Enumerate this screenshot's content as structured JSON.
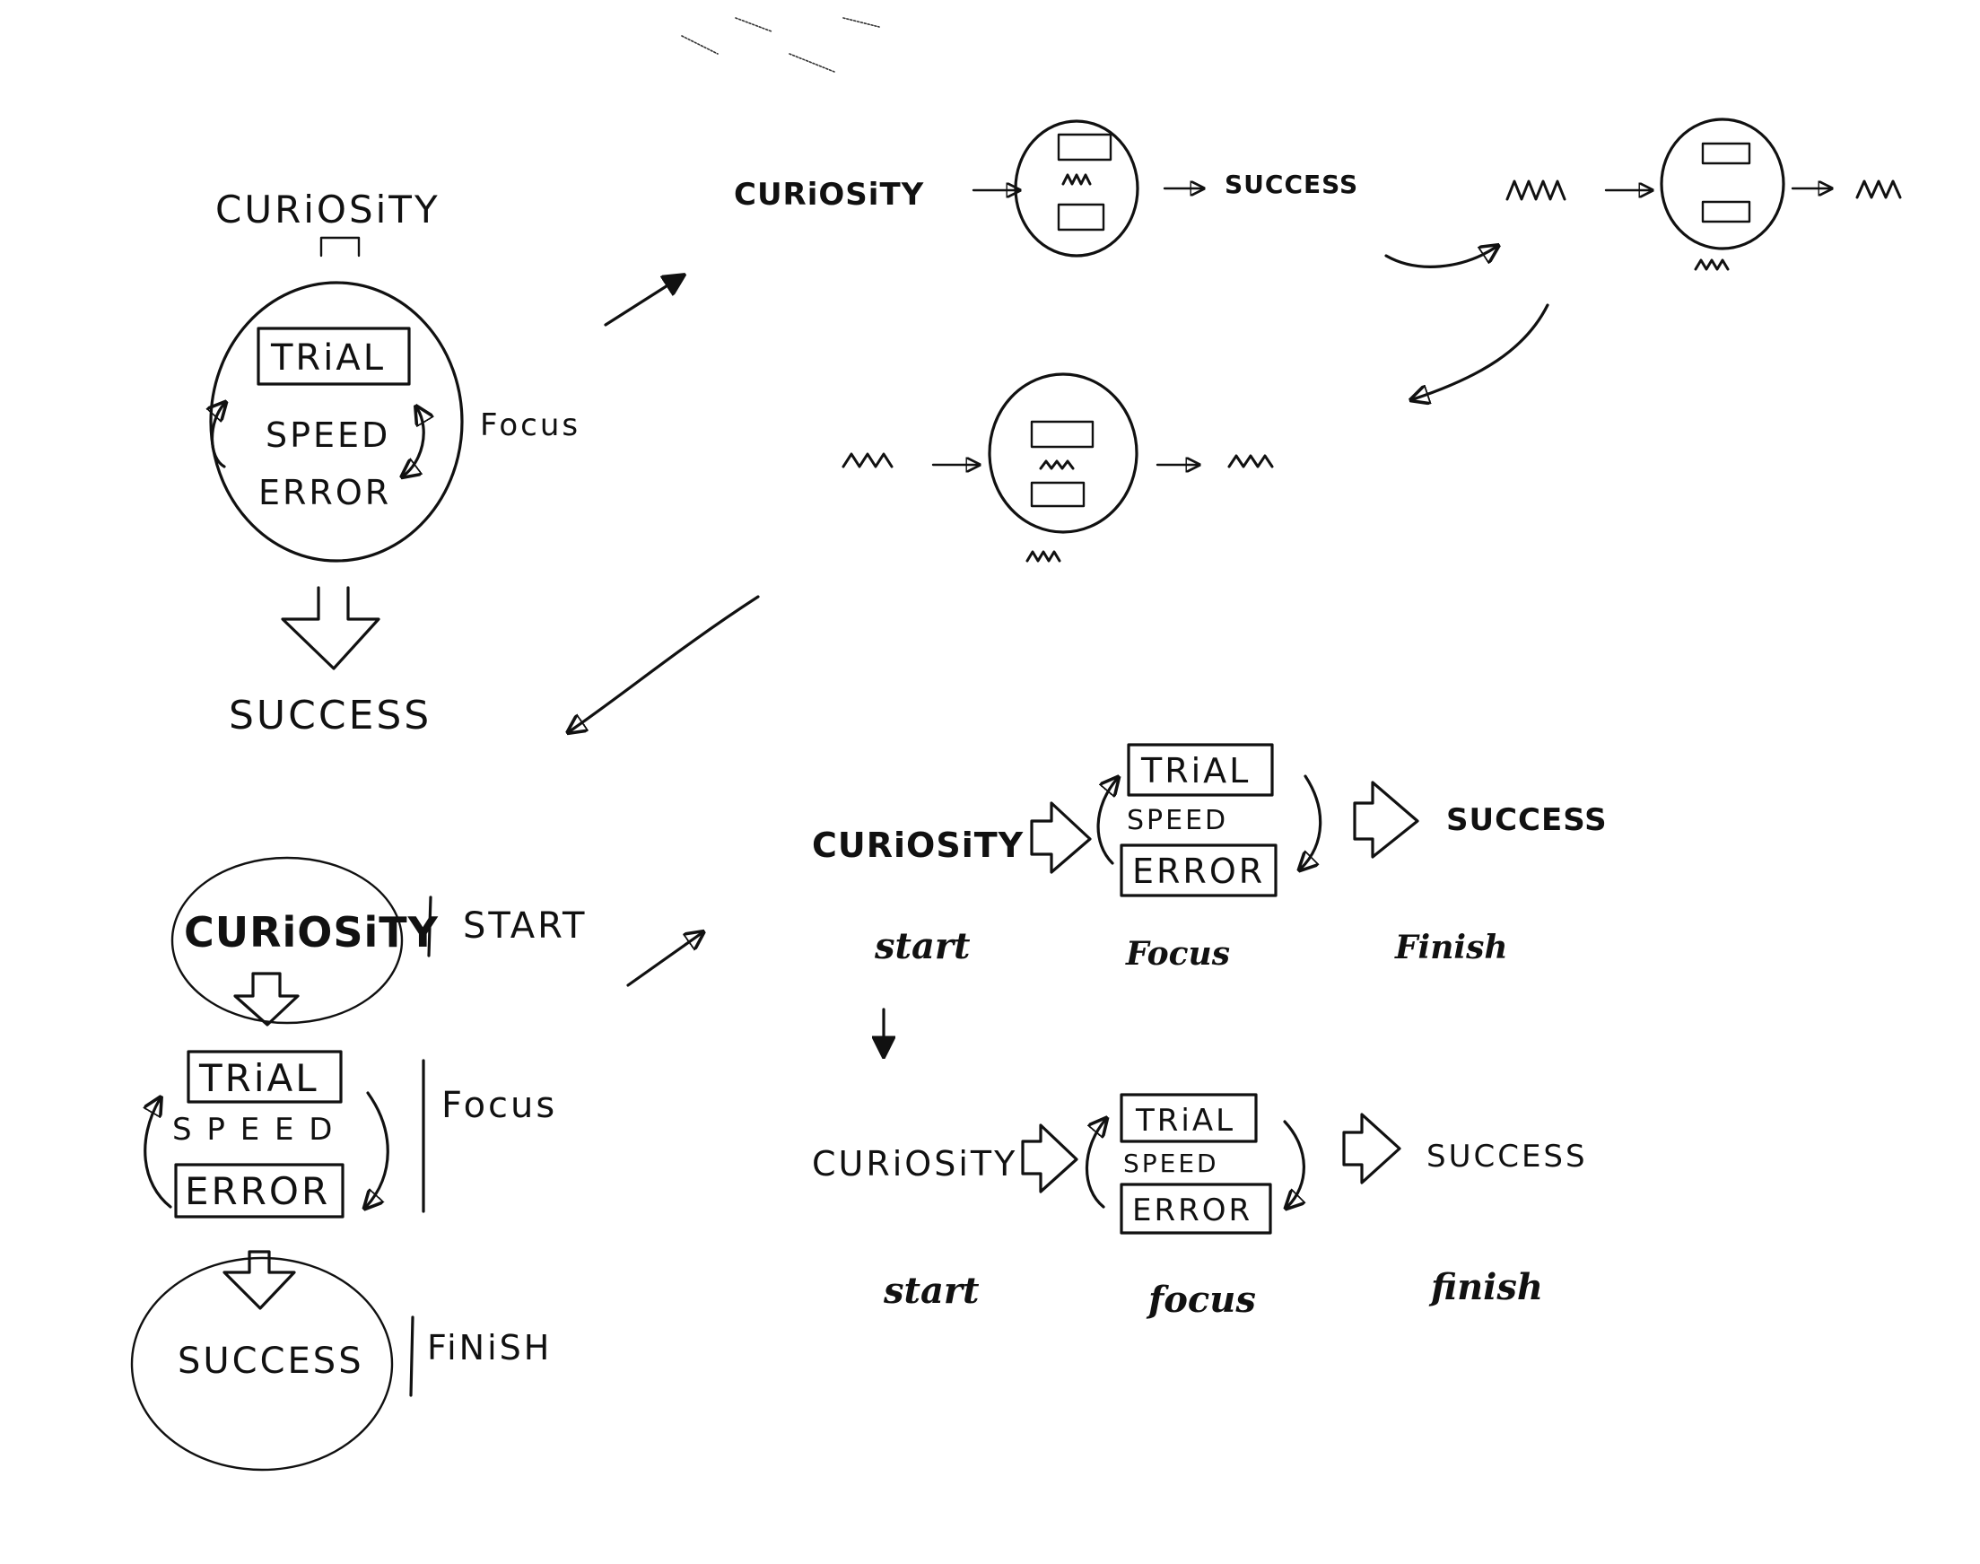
{
  "sketch1": {
    "curiosity": "CURiOSiTY",
    "trial": "TRiAL",
    "speed": "SPEED",
    "error": "ERROR",
    "focus": "Focus",
    "success": "SUCCESS"
  },
  "sketch2": {
    "curiosity": "CURiOSiTY",
    "success": "SUCCESS"
  },
  "sketch5": {
    "curiosity": "CURiOSiTY",
    "start": "START",
    "trial": "TRiAL",
    "speed": "S P E E D",
    "error": "ERROR",
    "focus": "Focus",
    "success": "SUCCESS",
    "finish": "FiNiSH"
  },
  "sketch6": {
    "curiosity": "CURiOSiTY",
    "trial": "TRiAL",
    "speed": "SPEED",
    "error": "ERROR",
    "success": "SUCCESS",
    "start": "start",
    "focus": "Focus",
    "finish": "Finish"
  },
  "sketch7": {
    "curiosity": "CURiOSiTY",
    "trial": "TRiAL",
    "speed": "SPEED",
    "error": "ERROR",
    "success": "SUCCESS",
    "start": "start",
    "focus": "focus",
    "finish": "finish"
  }
}
